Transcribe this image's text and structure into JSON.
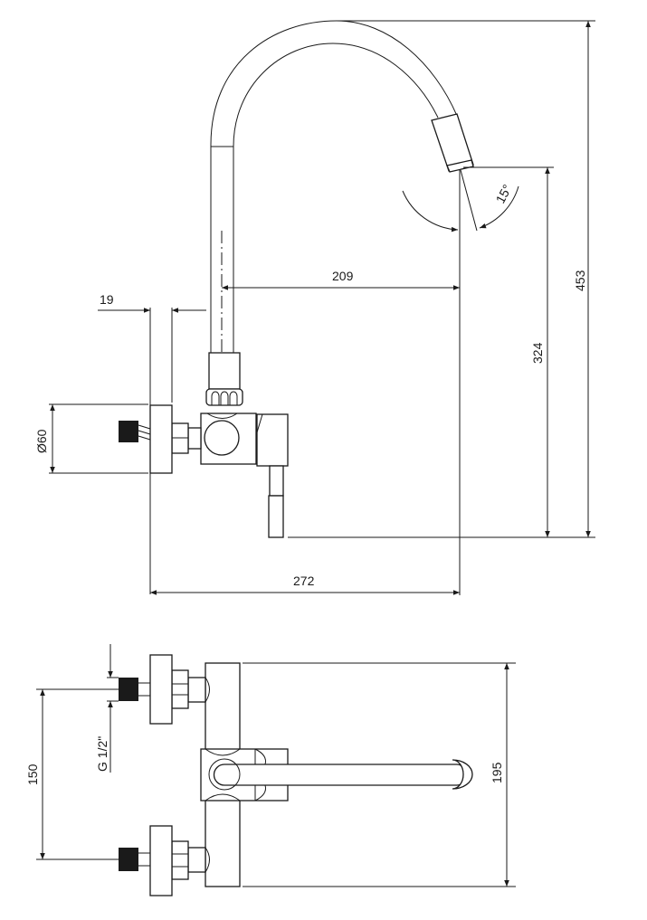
{
  "drawing": {
    "side_view": {
      "dim_wall_flange_thickness": "19",
      "dim_spout_reach": "209",
      "dim_total_height": "453",
      "dim_outlet_height": "324",
      "dim_flange_diameter": "Ø60",
      "dim_total_depth": "272",
      "dim_swivel_angle": "15°"
    },
    "top_view": {
      "dim_thread": "G 1/2\"",
      "dim_inlet_spacing": "150",
      "dim_body_length": "195"
    },
    "line_color": "#1a1a1a"
  }
}
